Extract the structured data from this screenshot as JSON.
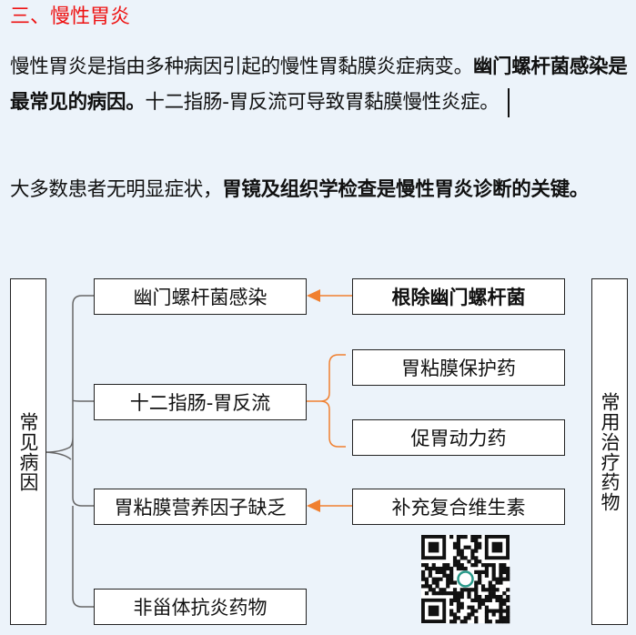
{
  "title": "三、慢性胃炎",
  "para1": {
    "normal1": "慢性胃炎是指由多种病因引起的慢性胃黏膜炎症病变。",
    "bold1": "幽门螺杆菌感染是最常见的病因。",
    "normal2": "十二指肠-胃反流可导致胃黏膜慢性炎症。"
  },
  "para2": {
    "normal1": "大多数患者无明显症状，",
    "bold1": "胃镜及组织学检查是慢性胃炎诊断的关键。"
  },
  "diagram": {
    "left_label": "常见病因",
    "right_label": "常用治疗药物",
    "causes": [
      "幽门螺杆菌感染",
      "十二指肠-胃反流",
      "胃粘膜营养因子缺乏",
      "非甾体抗炎药物"
    ],
    "treatments": [
      "根除幽门螺杆菌",
      "胃粘膜保护药",
      "促胃动力药",
      "补充复合维生素"
    ],
    "colors": {
      "arrow": "#f08030",
      "bracket": "#666666",
      "title": "#ee1111",
      "background": "#ecf3fa"
    }
  },
  "qr_code": "qr-code-icon"
}
